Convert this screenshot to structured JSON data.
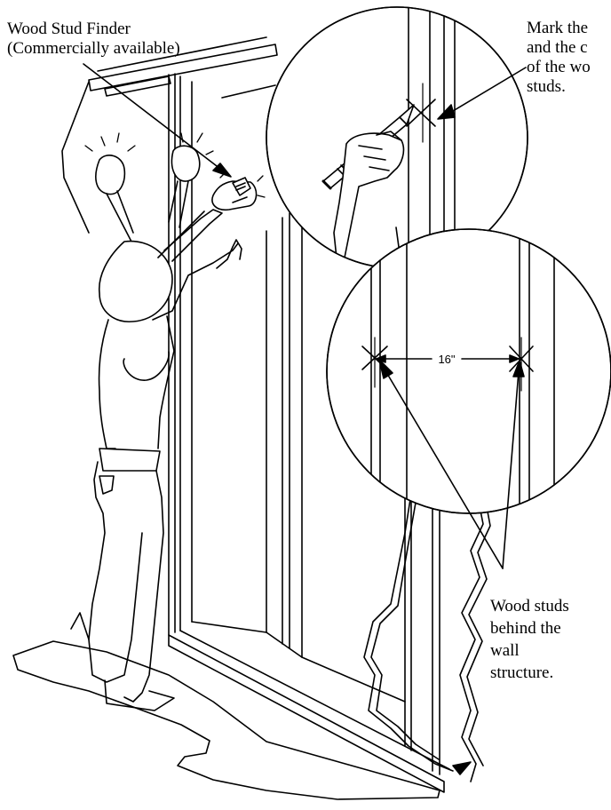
{
  "callouts": {
    "stud_finder": [
      "Wood Stud Finder",
      "(Commercially available)"
    ],
    "mark_studs": [
      "Mark the",
      "and the c",
      "of the wo",
      "studs."
    ],
    "wood_studs": [
      "Wood studs",
      "behind the",
      "wall",
      "structure."
    ]
  },
  "dimension": {
    "spacing": "16\""
  },
  "icons": {
    "person": "person-icon",
    "stud_finder": "stud-finder-icon",
    "pencil": "pencil-icon",
    "arrow": "arrow-icon",
    "magnifier": "magnifier-circle-icon"
  },
  "colors": {
    "ink": "#000000",
    "paper": "#ffffff"
  }
}
